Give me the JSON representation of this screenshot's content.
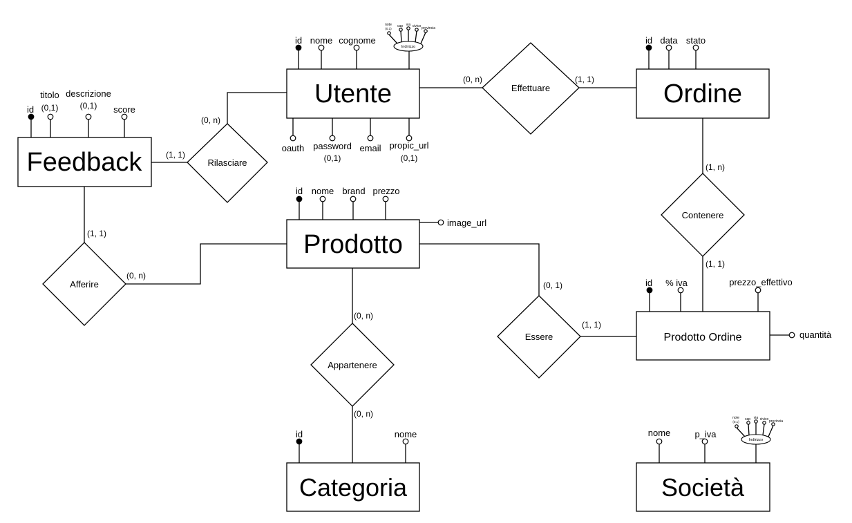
{
  "entities": {
    "utente": "Utente",
    "ordine": "Ordine",
    "feedback": "Feedback",
    "prodotto": "Prodotto",
    "categoria": "Categoria",
    "prodotto_ordine": "Prodotto Ordine",
    "societa": "Società"
  },
  "relations": {
    "effettuare": "Effettuare",
    "rilasciare": "Rilasciare",
    "contenere": "Contenere",
    "afferire": "Afferire",
    "essere": "Essere",
    "appartenere": "Appartenere"
  },
  "cardinalities": {
    "utente_effettuare": "(0, n)",
    "ordine_effettuare": "(1, 1)",
    "utente_rilasciare": "(0, n)",
    "feedback_rilasciare": "(1, 1)",
    "ordine_contenere": "(1, n)",
    "po_contenere": "(1, 1)",
    "feedback_afferire": "(1, 1)",
    "prodotto_afferire": "(0, n)",
    "prodotto_essere": "(0, 1)",
    "po_essere": "(1, 1)",
    "prodotto_appartenere": "(0, n)",
    "categoria_appartenere": "(0, n)"
  },
  "attributes": {
    "utente": {
      "id": "id",
      "nome": "nome",
      "cognome": "cognome",
      "oauth": "oauth",
      "password": "password",
      "password_card": "(0,1)",
      "email": "email",
      "propic_url": "propic_url",
      "propic_card": "(0,1)"
    },
    "ordine": {
      "id": "id",
      "data": "data",
      "stato": "stato"
    },
    "feedback": {
      "id": "id",
      "titolo": "titolo",
      "titolo_card": "(0,1)",
      "descrizione": "descrizione",
      "descrizione_card": "(0,1)",
      "score": "score"
    },
    "prodotto": {
      "id": "id",
      "nome": "nome",
      "brand": "brand",
      "prezzo": "prezzo",
      "image_url": "image_url"
    },
    "categoria": {
      "id": "id",
      "nome": "nome"
    },
    "prodotto_ordine": {
      "id": "id",
      "iva": "% iva",
      "prezzo_effettivo": "prezzo_effettivo",
      "quantita": "quantità"
    },
    "societa": {
      "nome": "nome",
      "p_iva": "p_iva"
    }
  },
  "indirizzo": {
    "label": "Indirizzo",
    "parts": [
      "note",
      "cap",
      "via",
      "civico",
      "provincia"
    ],
    "note_card": "(0,1)"
  }
}
